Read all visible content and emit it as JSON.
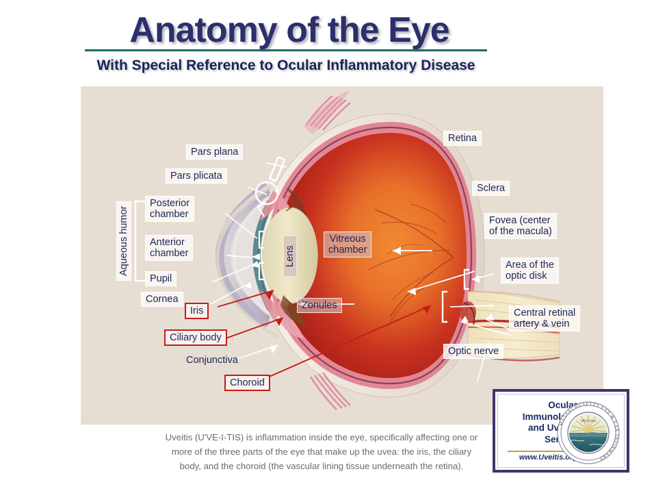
{
  "header": {
    "title": "Anatomy of the Eye",
    "subtitle": "With Special Reference to Ocular Inflammatory Disease",
    "title_color": "#2b2f6b",
    "rule_color": "#1d6a63"
  },
  "figure": {
    "background": "#e7ded3",
    "labels": [
      {
        "id": "pars-plana",
        "text": "Pars plana",
        "style": "boxed"
      },
      {
        "id": "pars-plicata",
        "text": "Pars plicata",
        "style": "boxed"
      },
      {
        "id": "posterior-chamber",
        "text": "Posterior\nchamber",
        "style": "boxed"
      },
      {
        "id": "anterior-chamber",
        "text": "Anterior\nchamber",
        "style": "boxed"
      },
      {
        "id": "aqueous-humor",
        "text": "Aqueous\nhumor",
        "style": "boxed-vertical"
      },
      {
        "id": "pupil",
        "text": "Pupil",
        "style": "boxed"
      },
      {
        "id": "cornea",
        "text": "Cornea",
        "style": "boxed"
      },
      {
        "id": "iris",
        "text": "Iris",
        "style": "red-boxed"
      },
      {
        "id": "ciliary-body",
        "text": "Ciliary body",
        "style": "red-boxed"
      },
      {
        "id": "conjunctiva",
        "text": "Conjunctiva",
        "style": "plain"
      },
      {
        "id": "choroid",
        "text": "Choroid",
        "style": "red-boxed"
      },
      {
        "id": "lens",
        "text": "Lens",
        "style": "vertical-on-art"
      },
      {
        "id": "vitreous-chamber",
        "text": "Vitreous\nchamber",
        "style": "tinted"
      },
      {
        "id": "zonules",
        "text": "Zonules",
        "style": "tinted"
      },
      {
        "id": "retina",
        "text": "Retina",
        "style": "boxed"
      },
      {
        "id": "sclera",
        "text": "Sclera",
        "style": "boxed"
      },
      {
        "id": "fovea",
        "text": "Fovea (center\nof the macula)",
        "style": "boxed"
      },
      {
        "id": "optic-disk",
        "text": "Area of the\noptic disk",
        "style": "boxed"
      },
      {
        "id": "central-retinal",
        "text": "Central retinal\nartery & vein",
        "style": "boxed"
      },
      {
        "id": "optic-nerve",
        "text": "Optic nerve",
        "style": "boxed"
      }
    ],
    "uvea_highlight_color": "#c31e18",
    "label_text_color": "#1c2456"
  },
  "caption": {
    "line1": "Uveitis (U'VE-I-TIS) is inflammation inside the eye, specifically affecting one or",
    "line2": "more of the three parts of the eye that make up the uvea: the iris, the ciliary",
    "line3": "body, and the choroid (the vascular lining tissue underneath the retina)."
  },
  "logo": {
    "org_line1": "Ocular",
    "org_line2": "Immunology",
    "org_line3": "and Uveitis",
    "org_line4": "Service",
    "url": "www.Uveitis.org",
    "seal_text": "MASSACHUSETTS EYE & EAR INFIRMARY",
    "seal_motto": "DEO  Sure",
    "border_color": "#3d3669"
  }
}
